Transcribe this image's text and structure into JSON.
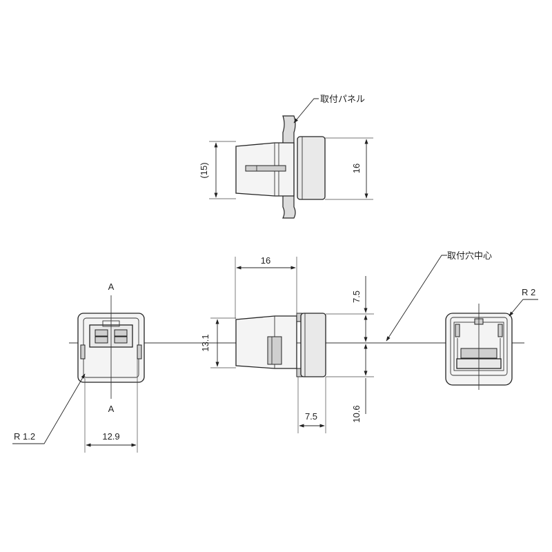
{
  "labels": {
    "panel": "取付パネル",
    "hole_center": "取付穴中心",
    "section_a_top": "A",
    "section_a_bottom": "A",
    "radius_left": "R 1.2",
    "radius_right": "R 2"
  },
  "dimensions": {
    "top_height_ref": "(15)",
    "top_height": "16",
    "side_length": "16",
    "side_upper": "7.5",
    "side_height": "13.1",
    "side_lower": "10.6",
    "side_flange": "7.5",
    "front_width": "12.9"
  }
}
